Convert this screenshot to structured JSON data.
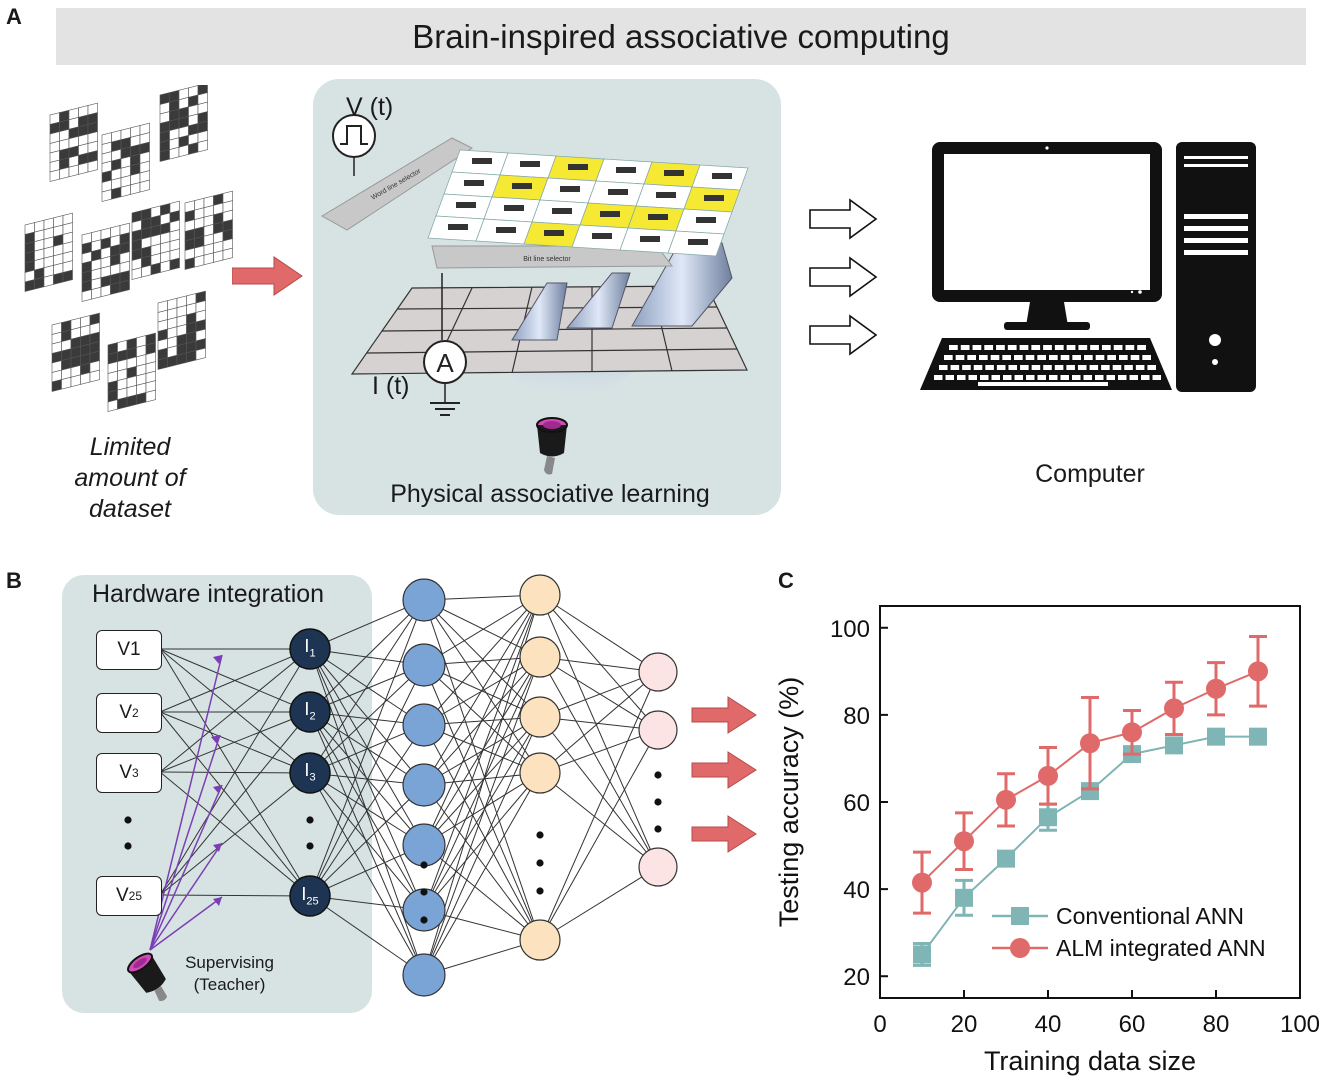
{
  "panels": {
    "a": "A",
    "b": "B",
    "c": "C"
  },
  "panel_a": {
    "title": "Brain-inspired associative computing",
    "dataset_caption": [
      "Limited",
      "amount of",
      "dataset"
    ],
    "voltage_label": "V (t)",
    "current_label": "I (t)",
    "ammeter_label": "A",
    "wordline_label": "Word line selector",
    "bitline_label": "Bit line selector",
    "device_caption": "Physical associative learning",
    "computer_caption": "Computer"
  },
  "panel_b": {
    "title": "Hardware integration",
    "inputs": [
      "V1",
      "V",
      "V",
      "V"
    ],
    "input_subs": [
      "",
      "2",
      "3",
      "25"
    ],
    "currents": [
      "I",
      "I",
      "I",
      "I"
    ],
    "current_subs": [
      "1",
      "2",
      "3",
      "25"
    ],
    "teacher_line1": "Supervising",
    "teacher_line2": "(Teacher)"
  },
  "colors": {
    "banner": "#e3e3e3",
    "panel_bg": "#d7e3e3",
    "arrow_red": "#e06a6a",
    "node_dark": "#1d3553",
    "node_blue": "#7aa4d6",
    "node_orange": "#fde2bf",
    "node_pink": "#fde4e4",
    "series_conventional": "#7fb5b5",
    "series_alm": "#e06a6a",
    "purple": "#7b3fb5"
  },
  "chart_data": {
    "type": "line",
    "title": "",
    "xlabel": "Training data size",
    "ylabel": "Testing accuracy (%)",
    "xlim": [
      0,
      100
    ],
    "ylim": [
      15,
      105
    ],
    "xticks": [
      0,
      20,
      40,
      60,
      80,
      100
    ],
    "yticks": [
      20,
      40,
      60,
      80,
      100
    ],
    "legend_position": "bottom-right",
    "grid": false,
    "x": [
      10,
      20,
      30,
      40,
      50,
      60,
      70,
      80,
      90
    ],
    "series": [
      {
        "name": "Conventional ANN",
        "marker": "square",
        "values": [
          25,
          38,
          47,
          56.5,
          62.5,
          71,
          73,
          75,
          75
        ],
        "errors": [
          2.5,
          4,
          1.5,
          3,
          1.5,
          1.5,
          1,
          1,
          1
        ]
      },
      {
        "name": "ALM integrated ANN",
        "marker": "circle",
        "values": [
          41.5,
          51,
          60.5,
          66,
          73.5,
          76,
          81.5,
          86,
          90
        ],
        "errors": [
          7,
          6.5,
          6,
          6.5,
          10.5,
          5,
          6,
          6,
          8
        ]
      }
    ]
  }
}
